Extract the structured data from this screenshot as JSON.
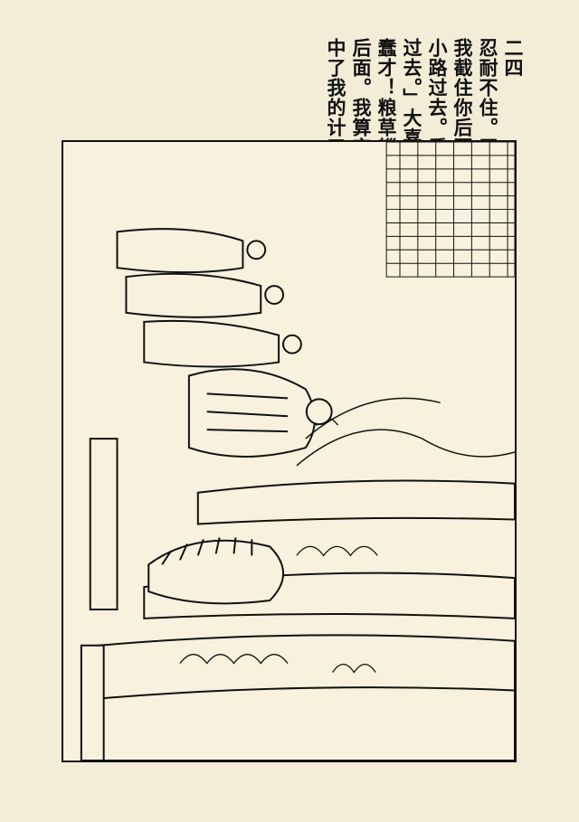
{
  "caption": {
    "columns": [
      "二四",
      "忍耐不住。严颜听了",
      "我截住你后军。你偷",
      "小路过去。看你怎么",
      "过去。」大喜道：「",
      "蠢才！粮草辎重定在",
      "后面。我算定这黑匹夫",
      "中了我的计了！」"
    ]
  },
  "illustration": {
    "subject": "rotated-ink-illustration"
  }
}
